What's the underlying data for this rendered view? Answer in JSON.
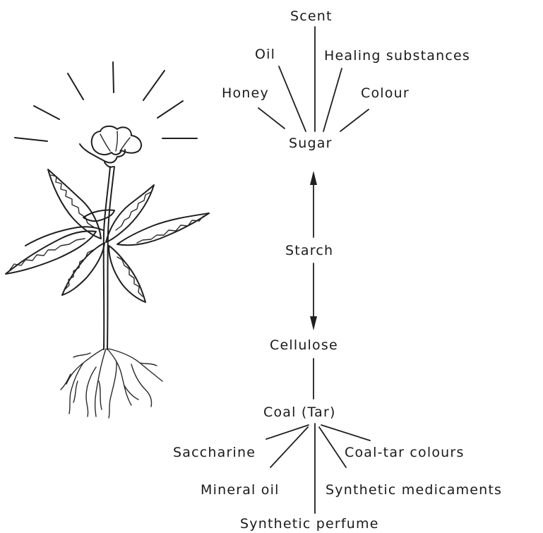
{
  "labels": {
    "scent": "Scent",
    "oil": "Oil",
    "healing": "Healing substances",
    "honey": "Honey",
    "colour": "Colour",
    "sugar": "Sugar",
    "starch": "Starch",
    "cellulose": "Cellulose",
    "coal_tar": "Coal (Tar)",
    "saccharine": "Saccharine",
    "coal_tar_colours": "Coal-tar colours",
    "mineral_oil": "Mineral oil",
    "synthetic_medicaments": "Synthetic medicaments",
    "synthetic_perfume": "Synthetic perfume"
  }
}
